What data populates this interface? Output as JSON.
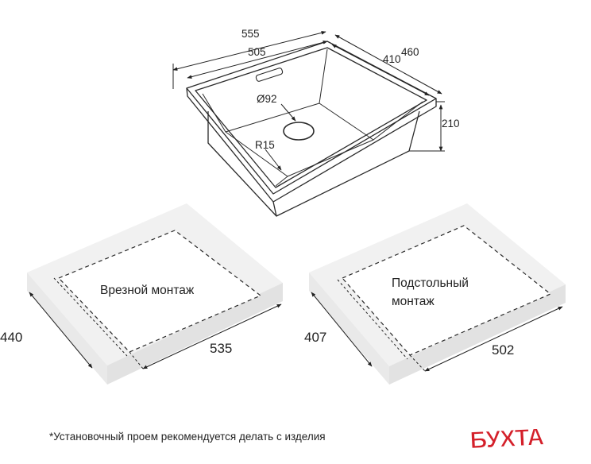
{
  "sink_dimensions": {
    "outer_width": "555",
    "inner_width": "505",
    "outer_depth": "460",
    "inner_depth": "410",
    "height": "210",
    "drain_diameter": "Ø92",
    "corner_radius": "R15"
  },
  "inset_mount": {
    "title": "Врезной монтаж",
    "depth": "440",
    "width": "535"
  },
  "undermount": {
    "title_line1": "Подстольный",
    "title_line2": "монтаж",
    "depth": "407",
    "width": "502"
  },
  "footnote": "*Установочный проем рекомендуется делать с изделия",
  "brand": {
    "name": "БУХТА",
    "color": "#d4202a"
  },
  "colors": {
    "slab": "#f1f1f1",
    "slab_side": "#e4e4e4",
    "line": "#2a2a2a"
  }
}
